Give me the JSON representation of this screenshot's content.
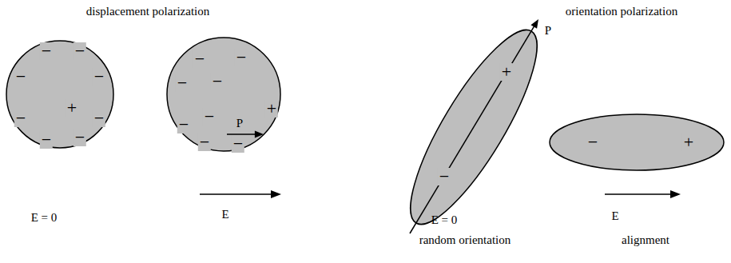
{
  "diagram": {
    "nodes": [
      {
        "text": [
          "−",
          "−",
          "−",
          "−",
          "−",
          "−",
          "−",
          "−",
          "+"
        ]
      },
      {
        "text": [
          "−",
          "−",
          "−",
          "−",
          "−",
          "−",
          "−",
          "−",
          "+",
          "P"
        ]
      },
      {
        "text": [
          "+",
          "−"
        ]
      },
      {
        "text": [
          "−",
          "+"
        ]
      }
    ],
    "edges": [],
    "labels": [
      "displacement polarization",
      "orientation polarization",
      "E = 0",
      "E",
      "P",
      "E = 0",
      "random orientation",
      "E",
      "alignment"
    ]
  }
}
